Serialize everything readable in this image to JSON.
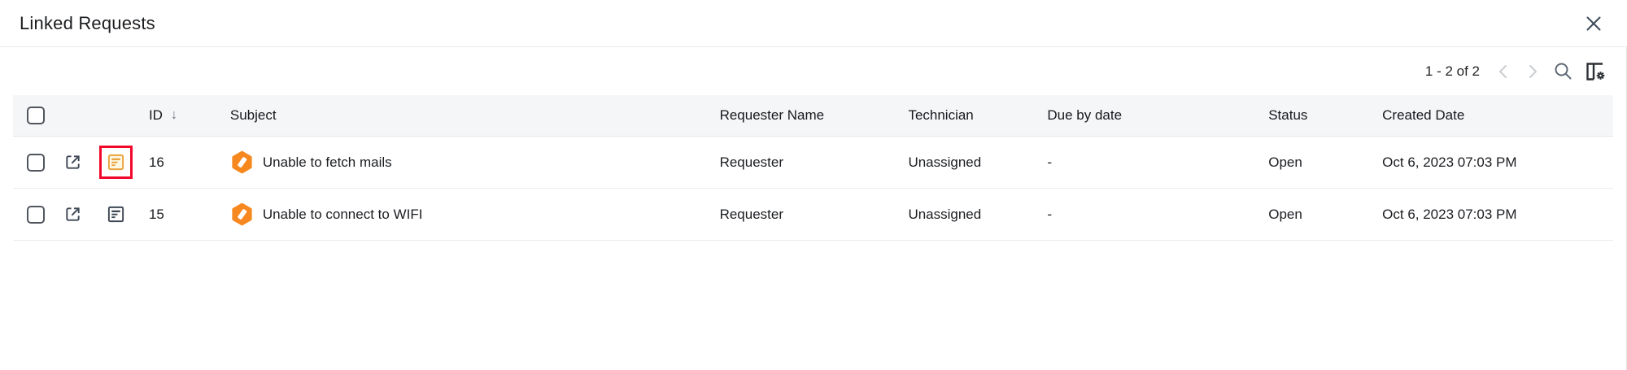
{
  "dialog": {
    "title": "Linked Requests",
    "close_icon": "close-x"
  },
  "toolbar": {
    "pagination": "1 - 2 of 2",
    "icons": [
      "chevron-left",
      "chevron-right",
      "search-magnifier",
      "column-chooser-gear"
    ]
  },
  "table": {
    "headers": {
      "id": "ID",
      "subject": "Subject",
      "requester_name": "Requester Name",
      "technician": "Technician",
      "due_by_date": "Due by date",
      "status": "Status",
      "created_date": "Created Date"
    },
    "sort": {
      "column": "ID",
      "direction": "descending",
      "glyph": "↓"
    },
    "rows": [
      {
        "id": "16",
        "subject": "Unable to fetch mails",
        "requester_name": "Requester",
        "technician": "Unassigned",
        "due_by_date": "-",
        "status": "Open",
        "created_date": "Oct 6, 2023 07:03 PM",
        "doc_icon_highlighted": true
      },
      {
        "id": "15",
        "subject": "Unable to connect to WIFI",
        "requester_name": "Requester",
        "technician": "Unassigned",
        "due_by_date": "-",
        "status": "Open",
        "created_date": "Oct 6, 2023 07:03 PM",
        "doc_icon_highlighted": false
      }
    ]
  },
  "colors": {
    "request_badge_orange": "#f6881f",
    "doc_icon_orange": "#e9a23b",
    "doc_icon_fill": "#fdf7e4",
    "annotation_red": "#f2082a",
    "icon_slate": "#3e4754",
    "header_bg": "#f5f6f8"
  }
}
